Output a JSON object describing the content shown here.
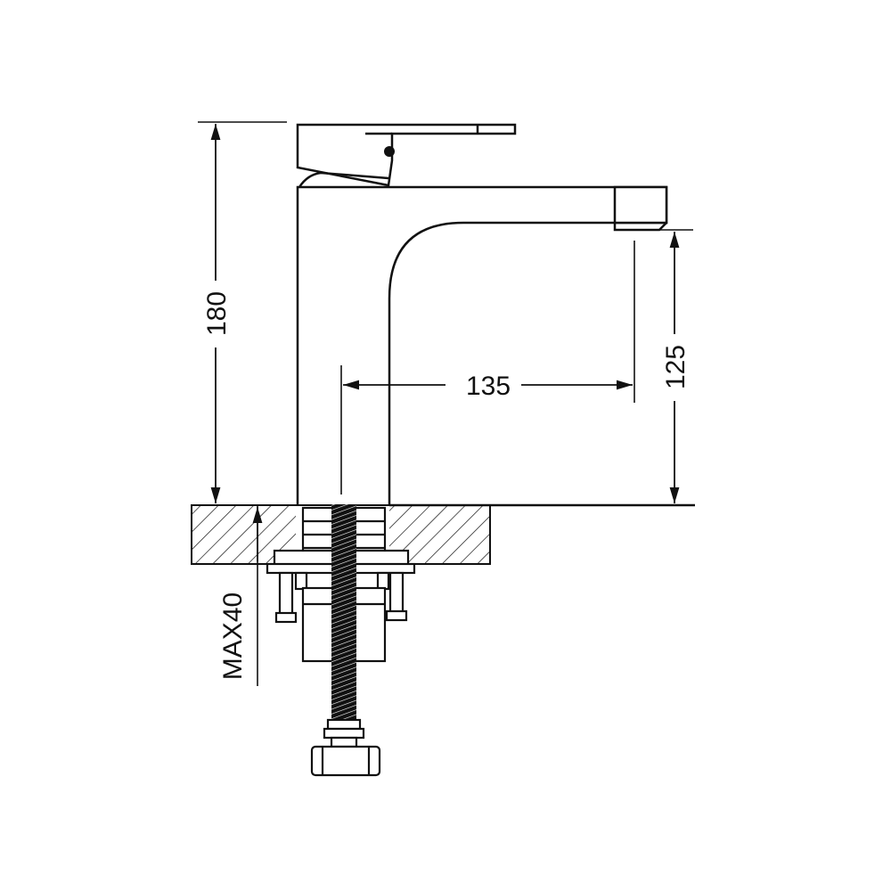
{
  "dimensions": {
    "total_height": "180",
    "spout_reach": "135",
    "spout_height": "125",
    "max_counter_thickness": "MAX40"
  },
  "colors": {
    "line": "#111111",
    "background": "#ffffff"
  }
}
